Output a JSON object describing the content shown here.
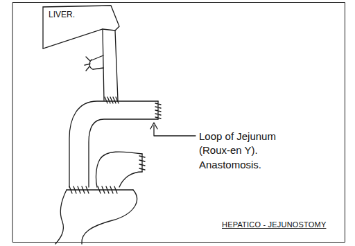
{
  "diagram": {
    "caption": "HEPATICO - JEJUNOSTOMY",
    "nodes": [
      {
        "text": [
          "LIVER."
        ]
      }
    ],
    "labels": [
      "Loop of Jejunum (Roux-en Y). Anastomosis."
    ]
  }
}
